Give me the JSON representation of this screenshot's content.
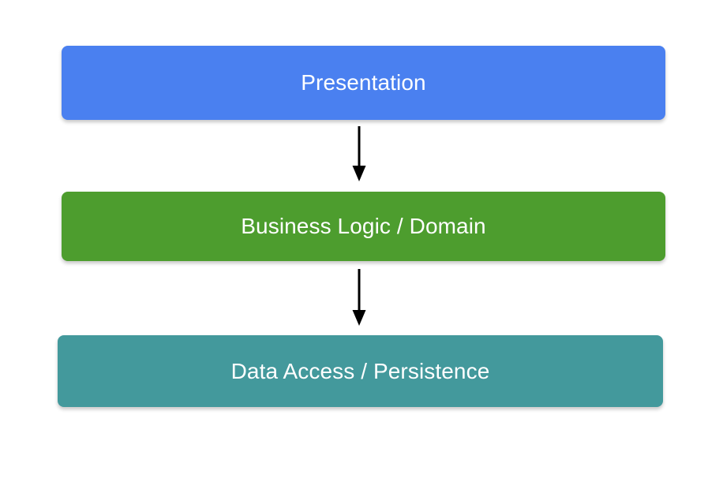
{
  "diagram": {
    "type": "layered-architecture",
    "background_color": "#ffffff",
    "layers": [
      {
        "id": "presentation",
        "label": "Presentation",
        "color": "#4a80f0",
        "text_color": "#ffffff",
        "order": 1
      },
      {
        "id": "business-logic",
        "label": "Business Logic / Domain",
        "color": "#4d9d2e",
        "text_color": "#ffffff",
        "order": 2
      },
      {
        "id": "data-access",
        "label": "Data Access / Persistence",
        "color": "#43999c",
        "text_color": "#ffffff",
        "order": 3
      }
    ],
    "connectors": [
      {
        "id": "presentation-to-business-logic",
        "from": "presentation",
        "to": "business-logic",
        "direction": "down",
        "color": "#000000"
      },
      {
        "id": "business-logic-to-data-access",
        "from": "business-logic",
        "to": "data-access",
        "direction": "down",
        "color": "#000000"
      }
    ]
  }
}
